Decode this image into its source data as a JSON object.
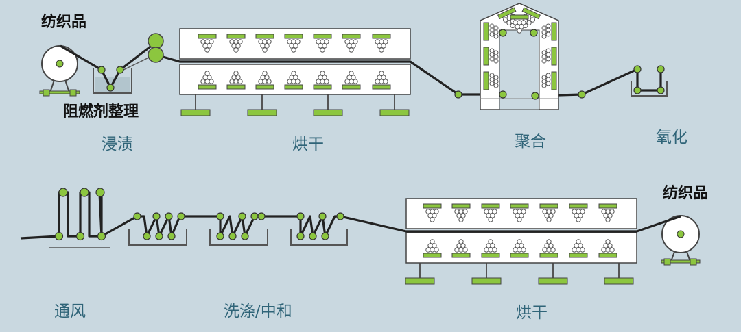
{
  "labels": {
    "textile_in": "纺织品",
    "fr_finish": "阻燃剂整理",
    "impregnate": "浸渍",
    "dry_1": "烘干",
    "polymerize": "聚合",
    "oxidize": "氧化",
    "textile_out": "纺织品",
    "ventilate": "通风",
    "wash_neutralize": "洗涤/中和",
    "dry_2": "烘干"
  },
  "colors": {
    "background": "#c9d8e0",
    "machine_fill": "#ffffff",
    "outline": "#444444",
    "accent_green": "#8cc63f",
    "fabric_line": "#222222",
    "label_blue": "#2f6478",
    "label_dark": "#111111"
  }
}
